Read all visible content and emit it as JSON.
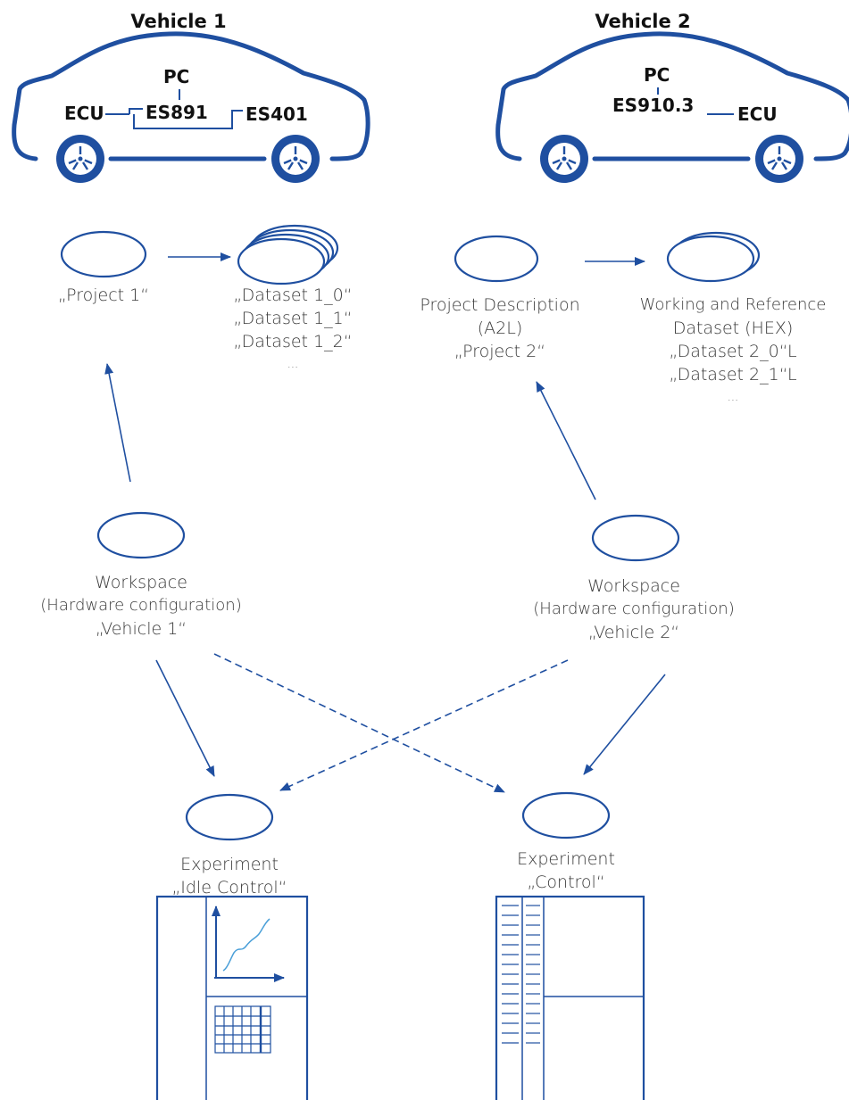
{
  "vehicle1": {
    "title": "Vehicle 1",
    "hardware": {
      "pc": "PC",
      "ecu": "ECU",
      "module": "ES891",
      "module2": "ES401"
    },
    "project": {
      "name": "„Project 1“"
    },
    "datasets": [
      "„Dataset 1_0“",
      "„Dataset 1_1“",
      "„Dataset 1_2“",
      "..."
    ],
    "workspace": {
      "line1": "Workspace",
      "line2": "(Hardware configuration)",
      "line3": "„Vehicle 1“"
    }
  },
  "vehicle2": {
    "title": "Vehicle 2",
    "hardware": {
      "pc": "PC",
      "module": "ES910.3",
      "ecu": "ECU"
    },
    "project": {
      "line1": "Project Description",
      "line2": "(A2L)",
      "line3": "„Project 2“"
    },
    "datasets": [
      "Working and Reference",
      "Dataset (HEX)",
      "„Dataset 2_0“L",
      "„Dataset 2_1“L",
      "..."
    ],
    "workspace": {
      "line1": "Workspace",
      "line2": "(Hardware configuration)",
      "line3": "„Vehicle 2“"
    }
  },
  "experiments": [
    {
      "line1": "Experiment",
      "line2": "„Idle Control“"
    },
    {
      "line1": "Experiment",
      "line2": "„Control“"
    }
  ],
  "colors": {
    "accent": "#1f4fa0",
    "text": "#3a3a3a",
    "light": "#4a9fd8"
  }
}
